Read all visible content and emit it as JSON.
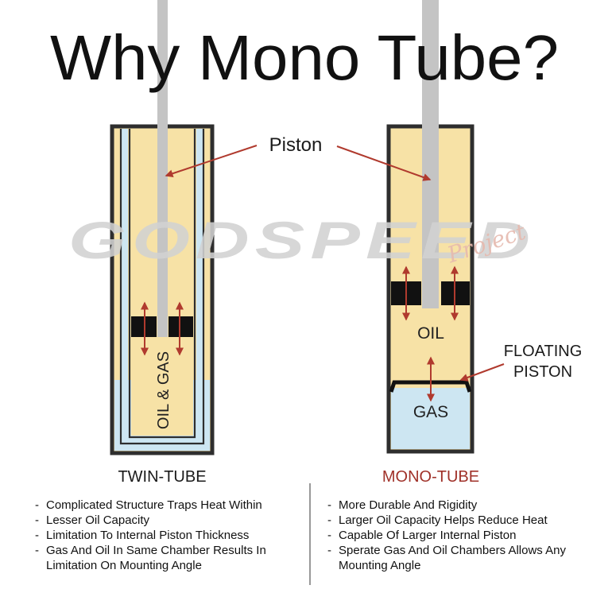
{
  "title": "Why Mono Tube?",
  "labels": {
    "piston": "Piston",
    "twin_fluid": "OIL & GAS",
    "mono_oil": "OIL",
    "mono_gas": "GAS",
    "floating_piston_line1": "FLOATING",
    "floating_piston_line2": "PISTON"
  },
  "watermark": {
    "brand": "GODSPEED",
    "sub": "Project"
  },
  "twin_tube": {
    "heading": "TWIN-TUBE",
    "bullets": [
      "Complicated Structure Traps Heat Within",
      "Lesser Oil Capacity",
      "Limitation To Internal Piston Thickness",
      "Gas And Oil In Same Chamber Results In Limitation On Mounting Angle"
    ]
  },
  "mono_tube": {
    "heading": "MONO-TUBE",
    "bullets": [
      "More Durable And Rigidity",
      "Larger Oil Capacity Helps Reduce Heat",
      "Capable Of Larger Internal Piston",
      "Sperate Gas And Oil Chambers Allows Any Mounting Angle"
    ]
  },
  "colors": {
    "oil": "#f7e2a6",
    "gas": "#cde6f2",
    "rod": "#c4c4c4",
    "tube_wall": "#2e2e2e",
    "arrow": "#b03a2e",
    "mono_heading": "#a0322a",
    "twin_heading": "#1a1a1a",
    "watermark": "#d2d2d2",
    "watermark_sub": "#e6b9ae"
  }
}
